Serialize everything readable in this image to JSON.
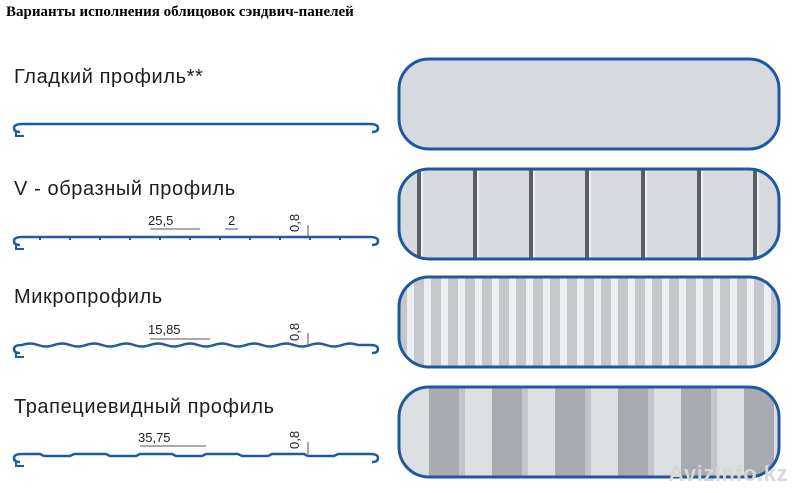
{
  "heading": "Варианты исполнения облицовок сэндвич-панелей",
  "profiles": [
    {
      "label": "Гладкий профиль**",
      "dims": []
    },
    {
      "label": "V - образный профиль",
      "dims": [
        "25,5",
        "2",
        "0,8"
      ]
    },
    {
      "label": "Микропрофиль",
      "dims": [
        "15,85",
        "0,8"
      ]
    },
    {
      "label": "Трапециевидный профиль",
      "dims": [
        "35,75",
        "0,8"
      ]
    }
  ],
  "colors": {
    "profile_line": "#1f5c9e",
    "panel_border": "#1b5aa0",
    "panel_fill": "#d6d9dd"
  },
  "watermark": "AvizInfo.kz"
}
